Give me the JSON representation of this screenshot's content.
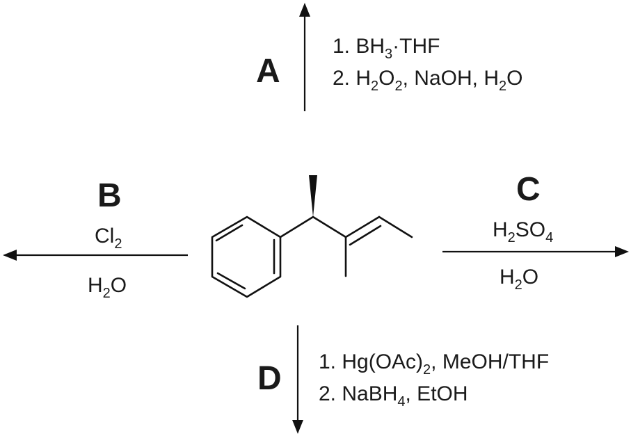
{
  "colors": {
    "ink": "#111111",
    "background": "#ffffff"
  },
  "reactions": {
    "A": {
      "label": "A",
      "step1": "1. BH",
      "step1_sub": "3",
      "step1_rest": "·THF",
      "step2_pre": "2. H",
      "step2_sub1": "2",
      "step2_mid": "O",
      "step2_sub2": "2",
      "step2_mid2": ", NaOH, H",
      "step2_sub3": "2",
      "step2_end": "O"
    },
    "B": {
      "label": "B",
      "top_pre": "Cl",
      "top_sub": "2",
      "bottom_pre": "H",
      "bottom_sub": "2",
      "bottom_end": "O"
    },
    "C": {
      "label": "C",
      "top_pre": "H",
      "top_sub1": "2",
      "top_mid": "SO",
      "top_sub2": "4",
      "bottom_pre": "H",
      "bottom_sub": "2",
      "bottom_end": "O"
    },
    "D": {
      "label": "D",
      "step1_pre": "1. Hg(OAc)",
      "step1_sub": "2",
      "step1_end": ", MeOH/THF",
      "step2_pre": "2. NaBH",
      "step2_sub": "4",
      "step2_end": ", EtOH"
    }
  }
}
